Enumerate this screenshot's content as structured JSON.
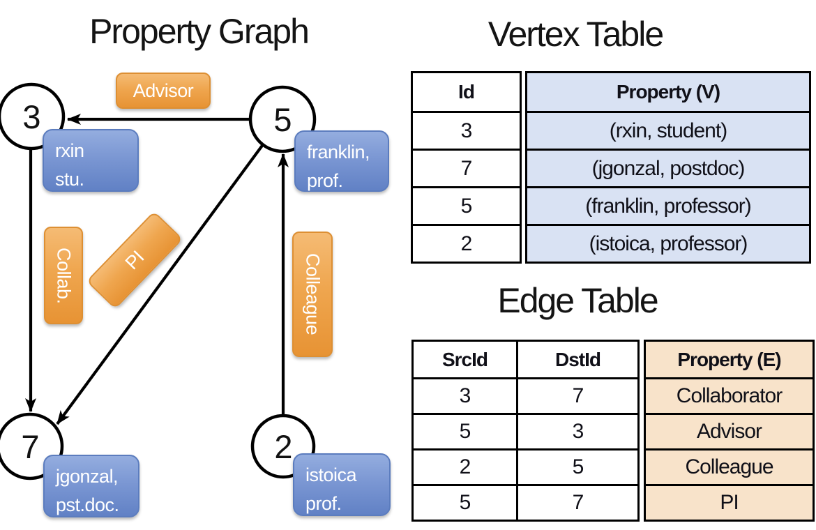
{
  "graph": {
    "title": "Property Graph",
    "nodes": [
      {
        "id": "3",
        "property": "rxin\nstu."
      },
      {
        "id": "5",
        "property": "franklin,\nprof."
      },
      {
        "id": "7",
        "property": "jgonzal,\npst.doc."
      },
      {
        "id": "2",
        "property": "istoica\nprof."
      }
    ],
    "edge_labels": [
      {
        "label": "Advisor"
      },
      {
        "label": "Collab."
      },
      {
        "label": "PI"
      },
      {
        "label": "Colleague"
      }
    ]
  },
  "vertex_table": {
    "title": "Vertex Table",
    "headers": {
      "id": "Id",
      "property": "Property (V)"
    },
    "rows": [
      {
        "id": "3",
        "property": "(rxin, student)"
      },
      {
        "id": "7",
        "property": "(jgonzal, postdoc)"
      },
      {
        "id": "5",
        "property": "(franklin, professor)"
      },
      {
        "id": "2",
        "property": "(istoica, professor)"
      }
    ]
  },
  "edge_table": {
    "title": "Edge Table",
    "headers": {
      "src": "SrcId",
      "dst": "DstId",
      "property": "Property (E)"
    },
    "rows": [
      {
        "src": "3",
        "dst": "7",
        "property": "Collaborator"
      },
      {
        "src": "5",
        "dst": "3",
        "property": "Advisor"
      },
      {
        "src": "2",
        "dst": "5",
        "property": "Colleague"
      },
      {
        "src": "5",
        "dst": "7",
        "property": "PI"
      }
    ]
  },
  "colors": {
    "edge_label_orange_top": "#f5bb74",
    "edge_label_orange_bottom": "#e79334",
    "vertex_property_blue_top": "#94addf",
    "vertex_property_blue_bottom": "#6181c5",
    "vertex_table_column_fill": "#d9e2f3",
    "edge_table_column_fill": "#f8e3ca",
    "line_color": "#000000",
    "background": "#ffffff"
  }
}
